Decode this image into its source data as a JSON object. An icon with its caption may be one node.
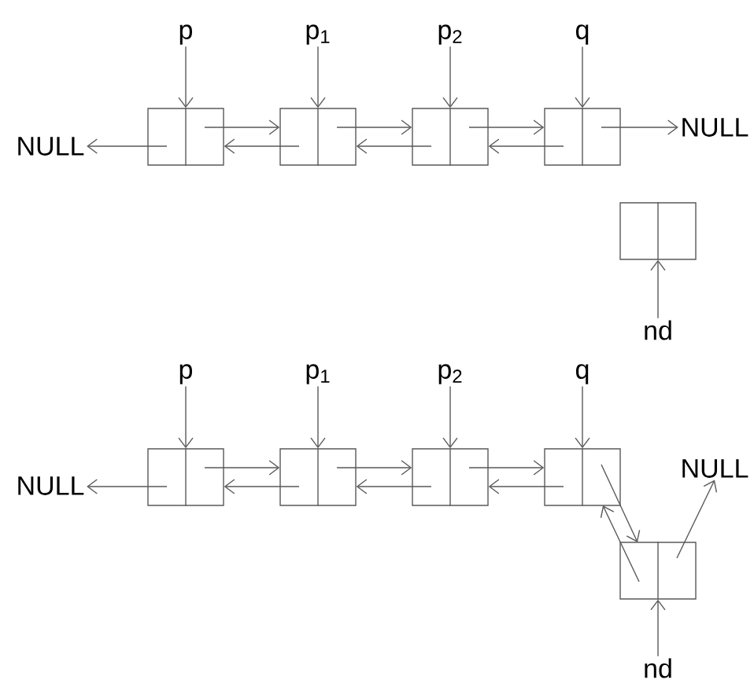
{
  "diagram": {
    "nodes": [
      {
        "text": [
          "p"
        ]
      },
      {
        "text": [
          "p$_{1}$"
        ]
      },
      {
        "text": [
          "p$_{2}$"
        ]
      },
      {
        "text": [
          "q"
        ]
      },
      {
        "text": [
          "NULL"
        ]
      },
      {
        "text": [],
        "shape": "box"
      },
      {
        "text": [],
        "shape": "box"
      },
      {
        "text": [],
        "shape": "box"
      },
      {
        "text": [],
        "shape": "box"
      },
      {
        "text": [
          "NULL"
        ]
      },
      {
        "text": [],
        "shape": "box"
      },
      {
        "text": [
          "nd"
        ]
      },
      {
        "text": [
          "p"
        ]
      },
      {
        "text": [
          "p$_{1}$"
        ]
      },
      {
        "text": [
          "p$_{2}$"
        ]
      },
      {
        "text": [
          "q"
        ]
      },
      {
        "text": [
          "NULL"
        ]
      },
      {
        "text": [],
        "shape": "box"
      },
      {
        "text": [],
        "shape": "box"
      },
      {
        "text": [],
        "shape": "box"
      },
      {
        "text": [],
        "shape": "box"
      },
      {
        "text": [
          "NULL"
        ]
      },
      {
        "text": [],
        "shape": "box"
      },
      {
        "text": [
          "nd"
        ]
      }
    ],
    "edges": [
      {
        "from": 0,
        "to": 5,
        "arrow": "to"
      },
      {
        "from": 1,
        "to": 6,
        "arrow": "to"
      },
      {
        "from": 2,
        "to": 7,
        "arrow": "to"
      },
      {
        "from": 3,
        "to": 8,
        "arrow": "to"
      },
      {
        "from": 5,
        "to": 4,
        "arrow": "to"
      },
      {
        "from": 5,
        "to": 6,
        "arrow": "to"
      },
      {
        "from": 6,
        "to": 5,
        "arrow": "to"
      },
      {
        "from": 6,
        "to": 7,
        "arrow": "to"
      },
      {
        "from": 7,
        "to": 6,
        "arrow": "to"
      },
      {
        "from": 7,
        "to": 8,
        "arrow": "to"
      },
      {
        "from": 8,
        "to": 7,
        "arrow": "to"
      },
      {
        "from": 8,
        "to": 9,
        "arrow": "to"
      },
      {
        "from": 11,
        "to": 10,
        "arrow": "to"
      },
      {
        "from": 12,
        "to": 17,
        "arrow": "to"
      },
      {
        "from": 13,
        "to": 18,
        "arrow": "to"
      },
      {
        "from": 14,
        "to": 19,
        "arrow": "to"
      },
      {
        "from": 15,
        "to": 20,
        "arrow": "to"
      },
      {
        "from": 17,
        "to": 16,
        "arrow": "to"
      },
      {
        "from": 17,
        "to": 18,
        "arrow": "to"
      },
      {
        "from": 18,
        "to": 17,
        "arrow": "to"
      },
      {
        "from": 18,
        "to": 19,
        "arrow": "to"
      },
      {
        "from": 19,
        "to": 18,
        "arrow": "to"
      },
      {
        "from": 19,
        "to": 20,
        "arrow": "to"
      },
      {
        "from": 20,
        "to": 19,
        "arrow": "to"
      },
      {
        "from": 20,
        "to": 22,
        "arrow": "to"
      },
      {
        "from": 22,
        "to": 20,
        "arrow": "to"
      },
      {
        "from": 22,
        "to": 21,
        "arrow": "to"
      },
      {
        "from": 23,
        "to": 22,
        "arrow": "to"
      }
    ]
  }
}
